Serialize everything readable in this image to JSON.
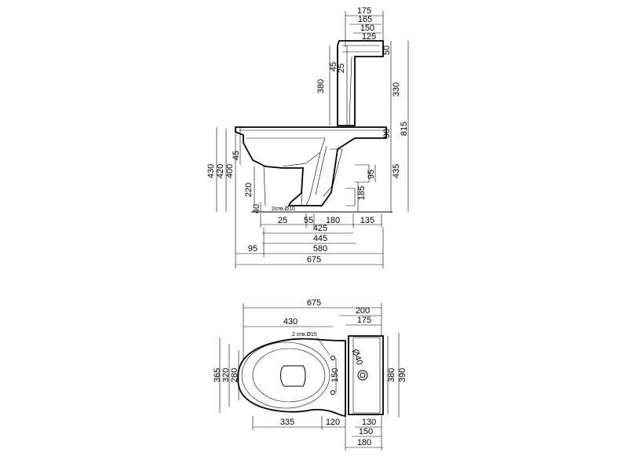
{
  "side_view": {
    "top_dims": [
      "175",
      "165",
      "150",
      "125"
    ],
    "tank_dims": [
      "50",
      "45",
      "25",
      "380",
      "330"
    ],
    "height_dims": [
      "815",
      "430",
      "420",
      "400",
      "45",
      "90",
      "435",
      "95",
      "185",
      "220",
      "40"
    ],
    "hole_note": "2отв.Ø10",
    "base_row": [
      "25",
      "55",
      "180",
      "135"
    ],
    "bottom_dims": [
      "425",
      "445",
      "95",
      "580",
      "675"
    ]
  },
  "plan_view": {
    "top_dims": [
      "675",
      "430",
      "200",
      "175"
    ],
    "hole_note": "2 отв.Ø15",
    "diameter_label": "Ø40",
    "left_dims": [
      "365",
      "320",
      "280"
    ],
    "center_dim": "150",
    "right_dims": [
      "380",
      "390"
    ],
    "bottom_dims": [
      "335",
      "120",
      "130",
      "150",
      "180"
    ]
  }
}
